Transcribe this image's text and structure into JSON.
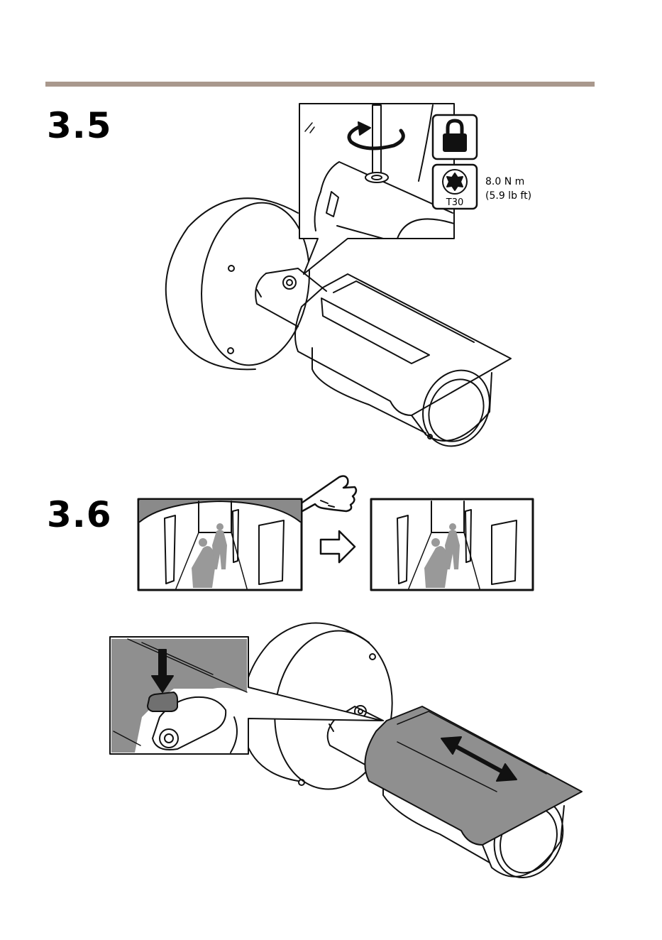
{
  "steps": {
    "first": "3.5",
    "second": "3.6"
  },
  "torque": {
    "metric": "8.0 N m",
    "imperial": "(5.9 lb ft)"
  },
  "bit": {
    "label": "T30"
  },
  "icons": [
    "lock-icon",
    "torx-bit-icon",
    "rotate-arrow-icon",
    "pointing-hand-icon",
    "next-arrow-icon",
    "press-down-arrow-icon",
    "slide-double-arrow-icon"
  ],
  "colors": {
    "rule": "#a9988d",
    "shade": "#8f8f8f",
    "figure": "#999999",
    "ink": "#111111"
  }
}
